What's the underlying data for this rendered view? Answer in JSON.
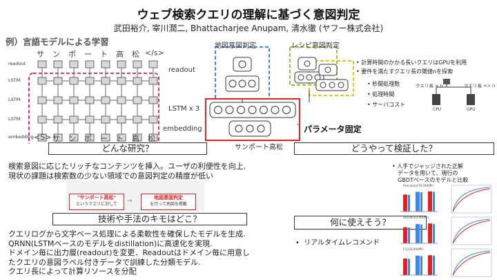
{
  "title": "ウェブ検索クエリの理解に基づく意図判定",
  "authors": "武田裕介, 宰川潤二, Bhattacharjee Anupam, 清水徹 (ヤフー株式会社)",
  "example_title": "例）言語モデルによる学習",
  "lm_diagram": {
    "top_tokens": [
      "サ",
      "ン",
      "ポ",
      "ー",
      "ト",
      "高",
      "松",
      "</s>"
    ],
    "bottom_tokens": [
      "<S>",
      "サ",
      "ン",
      "ポ",
      "ー",
      "ト",
      "高",
      "松"
    ],
    "row_labels": [
      "readout",
      "LSTM",
      "LSTM",
      "LSTM",
      "embedding"
    ],
    "readout_label": "readout"
  },
  "model_diagram": {
    "map_label": "地図意図判定",
    "recipe_label": "レシピ意図判定",
    "lstm_label": "LSTM x 3",
    "embedding_label": "embedding",
    "query_label": "サンポート高松",
    "param_fixed": "パラメータ固定"
  },
  "bullets": [
    "計算時間のかかる長いクエリはGPUを利用",
    "要件を満たすクエリ長の閾値nを探索"
  ],
  "sub_bullets": [
    "秒間処理数",
    "処理時間",
    "サーバコスト"
  ],
  "hw": {
    "left": "クエリ長 < n",
    "right": "クエリ長 => n",
    "cpu": "CPU",
    "gpu": "GPU"
  },
  "q1": "どんな研究？",
  "q2": "どうやって検証した？",
  "q3": "技術や手法のキモはどこ？",
  "q4": "何に使えそう？",
  "research_lines": [
    "検索意図に応じたリッチなコンテンツを挿入。ユーザの利便性を向上.",
    "現状の課題は検索数の少ない領域での意図判定の精度が低い"
  ],
  "screenshot": {
    "query": "\"サンポート高松\"",
    "query_sub": "というクエリに対して",
    "result": "地図意図判定",
    "result_sub": "を行って地図を掲載"
  },
  "verify_lines": [
    "人手でジャッジされた正解",
    "データを用いて、現行の",
    "GBDTベースのモデルと比較"
  ],
  "tech_lines": [
    "クエリログから文字ベース処理による柔軟性を確保したモデルを生成.",
    "QRNN(LSTMベースのモデルをdistillation)に高速化を実現.",
    "ドメイン毎に出力層(readout)を変更．Readoutはドメイン毎に用意し",
    "たクエリの意図ラベル付きデータで訓練した分類モデル.",
    "クエリ長によって計算リソースを分配"
  ],
  "use_bullet": "リアルタイムレコメンド",
  "mini_charts": [
    {
      "label": "Precision(10,000件)",
      "values": [
        0.82,
        0.95,
        0.97
      ]
    },
    {
      "label": "Recall(10,000件)",
      "values": [
        0.78,
        0.93,
        0.96
      ]
    },
    {
      "label": "F1(10,000件)",
      "values": [
        0.8,
        0.94,
        0.96
      ]
    }
  ],
  "colors": {
    "pink": "#e8336e",
    "blue": "#3f87e6",
    "green": "#8cc63f",
    "yellow": "#f2c200",
    "red": "#e22222"
  }
}
